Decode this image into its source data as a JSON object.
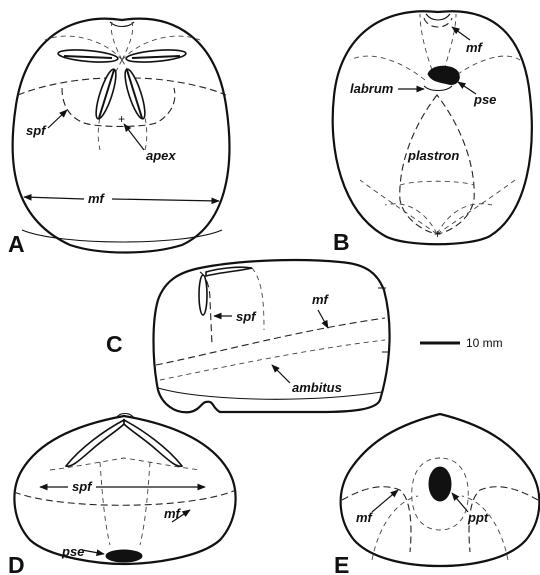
{
  "panels": {
    "a": {
      "letter": "A",
      "labels": {
        "spf": "spf",
        "apex": "apex",
        "mf": "mf"
      }
    },
    "b": {
      "letter": "B",
      "labels": {
        "mf": "mf",
        "labrum": "labrum",
        "pse": "pse",
        "plastron": "plastron"
      }
    },
    "c": {
      "letter": "C",
      "labels": {
        "spf": "spf",
        "mf": "mf",
        "ambitus": "ambitus"
      }
    },
    "d": {
      "letter": "D",
      "labels": {
        "spf": "spf",
        "mf": "mf",
        "pse": "pse"
      }
    },
    "e": {
      "letter": "E",
      "labels": {
        "mf": "mf",
        "ppt": "ppt"
      }
    }
  },
  "scale_bar": {
    "label": "10 mm"
  }
}
